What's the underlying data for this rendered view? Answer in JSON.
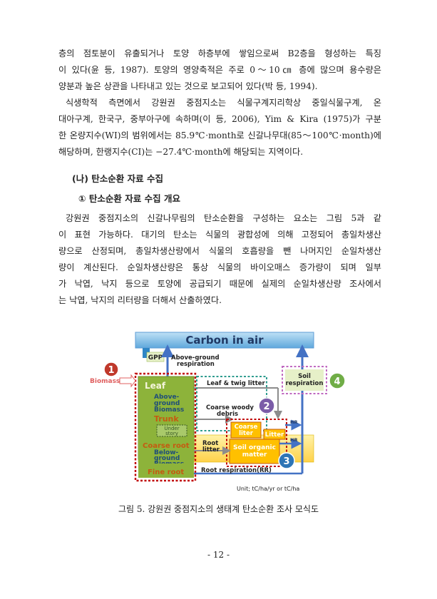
{
  "para1": {
    "lines": [
      "층의 점토분이 유출되거나 토양 하층부에 쌓임으로써 B2층을 형성하는 특징",
      "이 있다(윤 등, 1987). 토양의 영양축적은 주로 0～10㎝ 층에 많으며 용수량은",
      "양분과 높은 상관을 나타내고 있는 것으로 보고되어 있다(박 등, 1994)."
    ]
  },
  "para2": {
    "lines": [
      "식생학적 측면에서 강원권 중점지소는 식물구계지리학상 중일식물구계, 온",
      "대아구계, 한국구, 중부아구에 속하며(이 등, 2006), Yim & Kira (1975)가 구분",
      "한 온량지수(WI)의 범위에서는 85.9℃·month로 신갈나무대(85～100℃·month)에",
      "해당하며, 한랭지수(CI)는 −27.4℃·month에 해당되는 지역이다."
    ]
  },
  "section": {
    "heading": "(나) 탄소순환 자료 수집",
    "subheading": "① 탄소순환 자료 수집 개요"
  },
  "para3": {
    "lines": [
      "강원권 중점지소의 신갈나무림의 탄소순환을 구성하는 요소는 그림 5과 같",
      "이 표현 가능하다. 대기의 탄소는 식물의 광합성에 의해 고정되어 총일차생산",
      "량으로 산정되며, 총일차생산량에서 식물의 호흡량을 뺀 나머지인 순일차생산",
      "량이 계산된다. 순일차생산량은 통상 식물의 바이오매스 증가량이 되며 일부",
      "가 낙엽, 낙지 등으로 토양에 공급되기 때문에 실제의 순일차생산량 조사에서",
      "는 낙엽, 낙지의 리터량을 더해서 산출하였다."
    ]
  },
  "figure": {
    "carbon_in_air": "Carbon in air",
    "gpp": "GPP",
    "above_resp_1": "Above-ground",
    "above_resp_2": "respiration",
    "biomass": "Biomass",
    "leaf": "Leaf",
    "agb_1": "Above-",
    "agb_2": "ground",
    "agb_3": "Biomass",
    "trunk": "Trunk",
    "understory_1": "Under",
    "understory_2": "story",
    "coarse_root": "Coarse root",
    "bgb_1": "Below-",
    "bgb_2": "ground",
    "bgb_3": "Biomass",
    "fine_root": "Fine root",
    "leaf_twig_litter": "Leaf & twig litter",
    "cwd_1": "Coarse woody",
    "cwd_2": "debris",
    "coarse_litter_1": "Coarse",
    "coarse_litter_2": "liter",
    "litter": "Litter",
    "hr_1": "HR",
    "hr_2": "HR",
    "root_litter_1": "Root",
    "root_litter_2": "litter",
    "som_1": "Soil organic",
    "som_2": "matter",
    "root_resp": "Root respiration(RR)",
    "soil_resp_1": "Soil",
    "soil_resp_2": "respiration",
    "unit": "Unit; tC/ha/yr or tC/ha",
    "n1": "1",
    "n2": "2",
    "n3": "3",
    "n4": "4",
    "colors": {
      "sky": "#5b9bd5",
      "plant_green": "#8db33a",
      "soil_yellow": "#ffc000",
      "arrow_blue": "#4472c4",
      "dashed_red": "#c00000",
      "dashed_teal": "#2e9c8f",
      "dashed_pink": "#c06ac0"
    }
  },
  "caption": "그림 5. 강원권 중점지소의 생태계 탄소순환 조사 모식도",
  "page_number": "- 12 -"
}
